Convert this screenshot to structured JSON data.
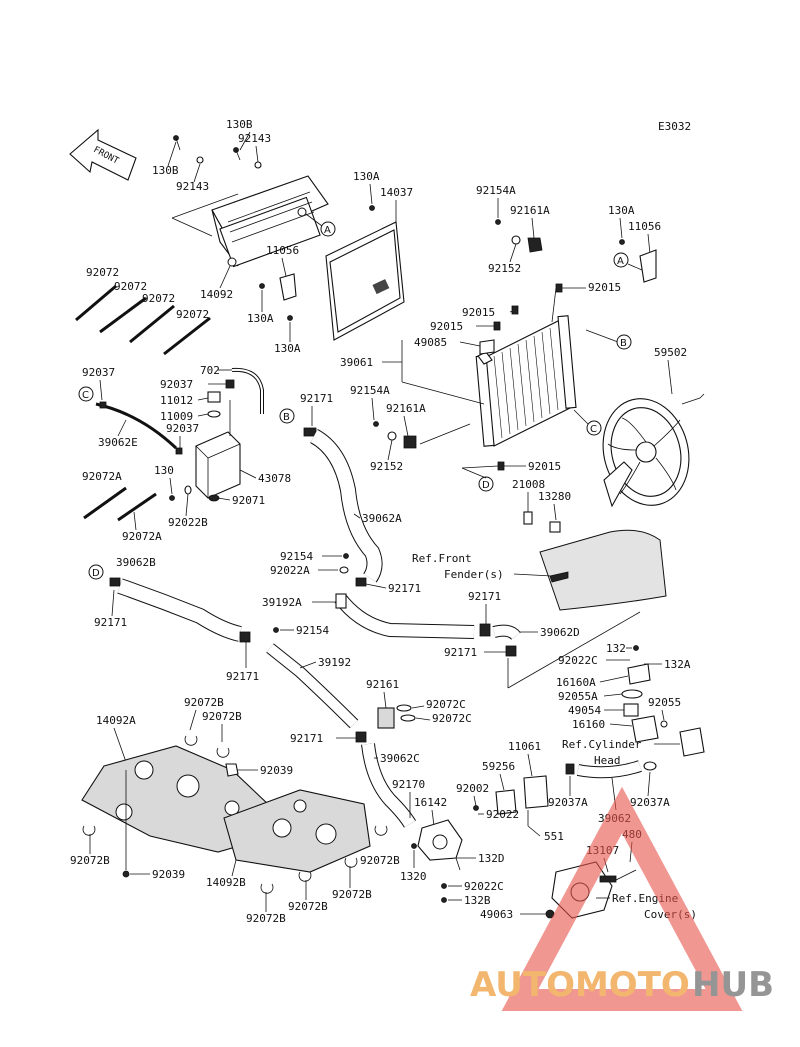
{
  "diagram_code": "E3032",
  "front_label": "FRONT",
  "watermark": {
    "part1": "AUTOMOTO",
    "part2": "HUB",
    "colors": {
      "auto": "#f0a54a",
      "hub": "#7b7b7b",
      "triangle": "#e8524a"
    }
  },
  "parts": {
    "p130B_a": "130B",
    "p92143_a": "92143",
    "p130B_b": "130B",
    "p92143_b": "92143",
    "p130A_a": "130A",
    "p14037": "14037",
    "p11056_a": "11056",
    "p130A_b": "130A",
    "p130A_c": "130A",
    "p14092": "14092",
    "p92154A_a": "92154A",
    "p92161A_a": "92161A",
    "p92152_a": "92152",
    "p130A_d": "130A",
    "p11056_b": "11056",
    "p92015_a": "92015",
    "p92015_b": "92015",
    "p92015_c": "92015",
    "p49085": "49085",
    "p39061": "39061",
    "p59502": "59502",
    "p92154A_b": "92154A",
    "p92161A_b": "92161A",
    "p92152_b": "92152",
    "p92015_d": "92015",
    "p21008": "21008",
    "p13280": "13280",
    "p92072_a": "92072",
    "p92072_b": "92072",
    "p92072_c": "92072",
    "p92072_d": "92072",
    "p702": "702",
    "p92037_a": "92037",
    "p92037_b": "92037",
    "p11012": "11012",
    "p11009": "11009",
    "p92037_c": "92037",
    "p39062E": "39062E",
    "p92171_a": "92171",
    "p92072A_a": "92072A",
    "p130": "130",
    "p43078": "43078",
    "p92071": "92071",
    "p92022B": "92022B",
    "p92072A_b": "92072A",
    "p39062A": "39062A",
    "p92154_a": "92154",
    "p92022A": "92022A",
    "p92171_b": "92171",
    "p39192A": "39192A",
    "p39062B": "39062B",
    "p92171_c": "92171",
    "p92154_b": "92154",
    "p39192": "39192",
    "p92171_d": "92171",
    "p92171_e": "92171",
    "p92171_f": "92171",
    "p39062D": "39062D",
    "p132": "132",
    "p92022C_a": "92022C",
    "p132A": "132A",
    "p16160A": "16160A",
    "p92055A": "92055A",
    "p49054": "49054",
    "p92055": "92055",
    "p16160": "16160",
    "p92161": "92161",
    "p92072C_a": "92072C",
    "p92072C_b": "92072C",
    "p92072B_a": "92072B",
    "p92072B_b": "92072B",
    "p14092A": "14092A",
    "p92039_a": "92039",
    "p92171_g": "92171",
    "p39062C": "39062C",
    "p11061": "11061",
    "p59256": "59256",
    "p92170": "92170",
    "p92002": "92002",
    "p16142": "16142",
    "p92022": "92022",
    "p551": "551",
    "p92037A_a": "92037A",
    "p92037A_b": "92037A",
    "p39062": "39062",
    "p480": "480",
    "p13107": "13107",
    "p92072B_c": "92072B",
    "p92039_b": "92039",
    "p14092B": "14092B",
    "p92072B_d": "92072B",
    "p92072B_e": "92072B",
    "p92072B_f": "92072B",
    "p92072B_g": "92072B",
    "p1320": "1320",
    "p132D": "132D",
    "p92022C_b": "92022C",
    "p132B": "132B",
    "p49063": "49063"
  },
  "refs": {
    "front_fender_1": "Ref.Front",
    "front_fender_2": "Fender(s)",
    "cyl_head_1": "Ref.Cylinder",
    "cyl_head_2": "Head",
    "engine_cover_1": "Ref.Engine",
    "engine_cover_2": "Cover(s)"
  },
  "callouts": {
    "A1": "A",
    "A2": "A",
    "B1": "B",
    "B2": "B",
    "C1": "C",
    "C2": "C",
    "D1": "D",
    "D2": "D"
  }
}
